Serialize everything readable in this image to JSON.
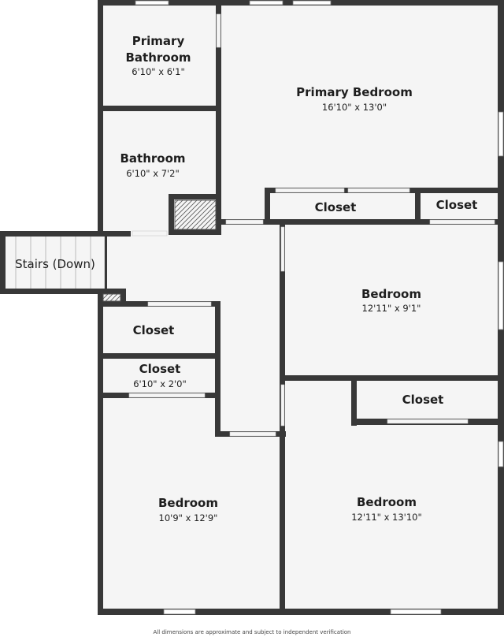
{
  "colors": {
    "wall": "#383838",
    "floor": "#f5f5f5",
    "background": "#ffffff",
    "window": "#ffffff",
    "text": "#1e1e1e"
  },
  "rooms": {
    "primary_bathroom": {
      "name_line1": "Primary",
      "name_line2": "Bathroom",
      "dims": "6'10\" x 6'1\""
    },
    "primary_bedroom": {
      "name": "Primary Bedroom",
      "dims": "16'10\" x 13'0\""
    },
    "bathroom": {
      "name": "Bathroom",
      "dims": "6'10\" x 7'2\""
    },
    "closet_primary_a": {
      "name": "Closet"
    },
    "closet_primary_b": {
      "name": "Closet"
    },
    "stairs": {
      "name": "Stairs (Down)"
    },
    "bedroom_right_upper": {
      "name": "Bedroom",
      "dims": "12'11\" x 9'1\""
    },
    "closet_hall_1": {
      "name": "Closet"
    },
    "closet_hall_2": {
      "name": "Closet",
      "dims": "6'10\" x 2'0\""
    },
    "closet_right_lower": {
      "name": "Closet"
    },
    "bedroom_left_lower": {
      "name": "Bedroom",
      "dims": "10'9\" x 12'9\""
    },
    "bedroom_right_lower": {
      "name": "Bedroom",
      "dims": "12'11\" x 13'10\""
    }
  },
  "footer": {
    "note": "All dimensions are approximate and subject to independent verification"
  }
}
